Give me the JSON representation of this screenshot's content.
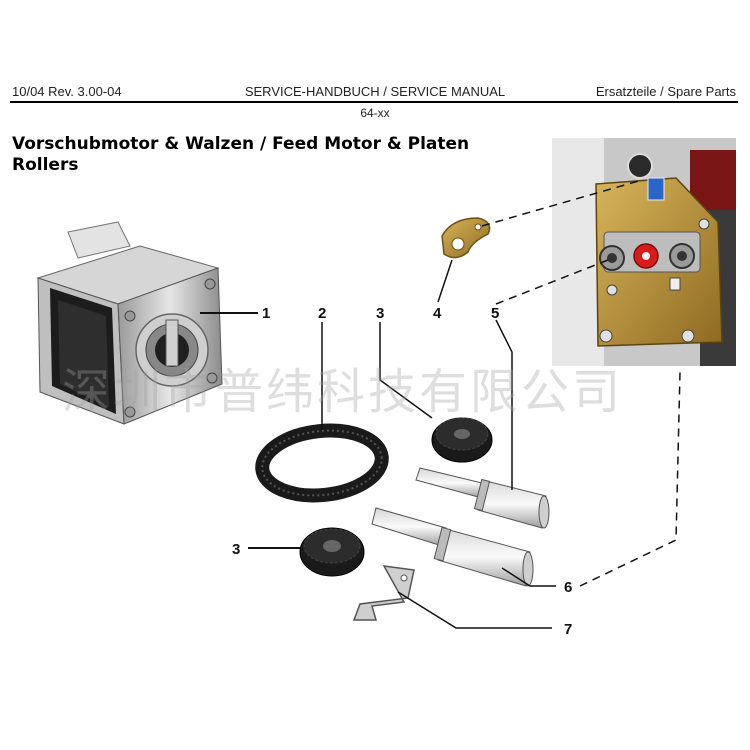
{
  "header": {
    "left": "10/04 Rev. 3.00-04",
    "center": "SERVICE-HANDBUCH / SERVICE MANUAL",
    "right": "Ersatzteile / Spare Parts",
    "page": "64-xx"
  },
  "title": "Vorschubmotor & Walzen / Feed Motor & Platen Rollers",
  "watermark": "深圳市普纬科技有限公司",
  "callouts": [
    {
      "id": "c1",
      "label": "1"
    },
    {
      "id": "c2",
      "label": "2"
    },
    {
      "id": "c3a",
      "label": "3"
    },
    {
      "id": "c4",
      "label": "4"
    },
    {
      "id": "c5",
      "label": "5"
    },
    {
      "id": "c3b",
      "label": "3"
    },
    {
      "id": "c6",
      "label": "6"
    },
    {
      "id": "c7",
      "label": "7"
    }
  ],
  "colors": {
    "accent_red": "#d81c1c",
    "plate_gold": "#b38a2e",
    "motor_black": "#1c1c1c"
  }
}
